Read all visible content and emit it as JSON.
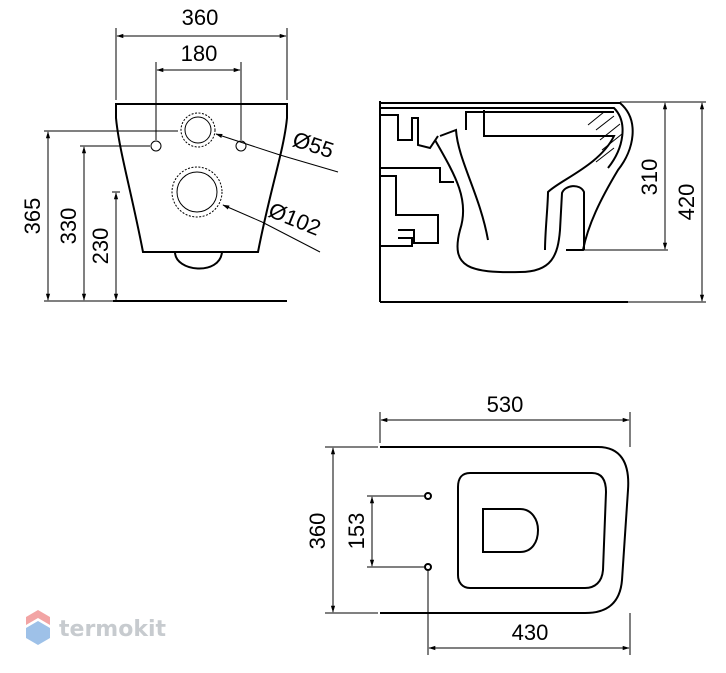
{
  "front_view": {
    "width": "360",
    "hole_spacing": "180",
    "small_hole_diameter": "Ø55",
    "large_hole_diameter": "Ø102",
    "height_total": "365",
    "height_mid": "330",
    "height_low": "230"
  },
  "side_view": {
    "height_upper": "310",
    "height_total": "420"
  },
  "top_view": {
    "length": "530",
    "width": "360",
    "hole_spacing": "153",
    "depth": "430"
  },
  "watermark": {
    "text": "termokit",
    "colors": {
      "red": "#e85a5a",
      "blue": "#4f8fd6",
      "gray": "#9aa2a8"
    }
  }
}
